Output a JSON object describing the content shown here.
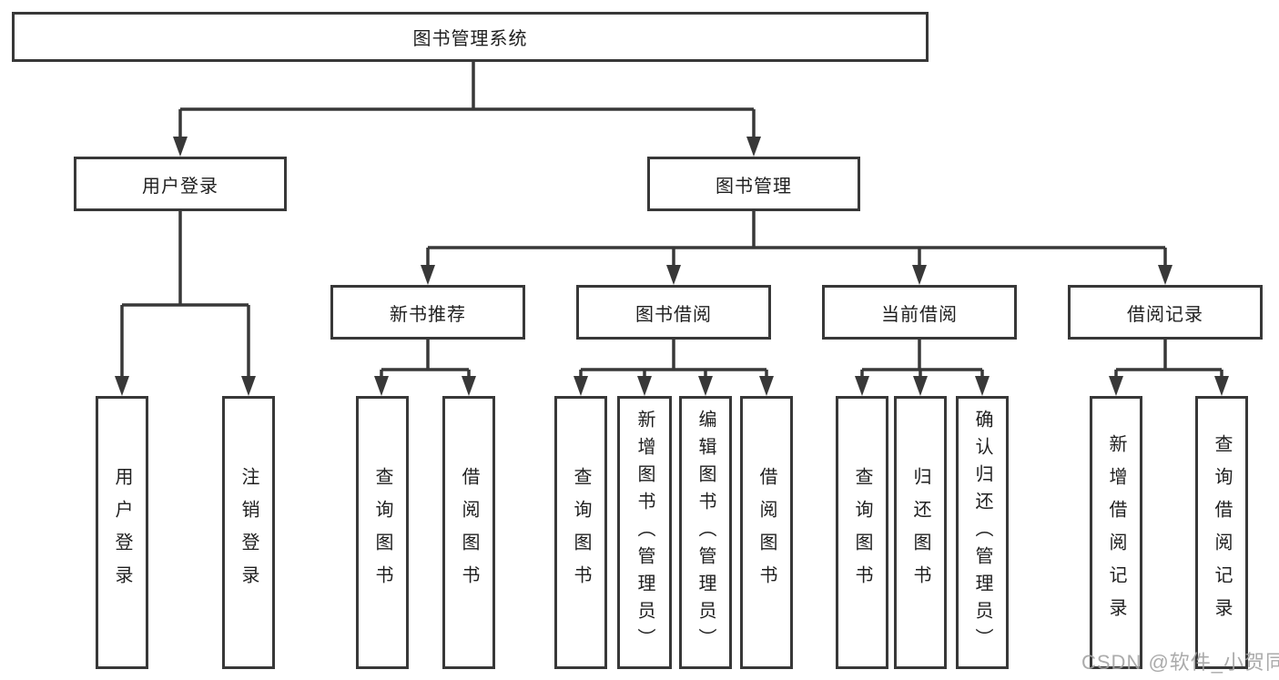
{
  "colors": {
    "line": "#383838",
    "box_border": "#383838",
    "text": "#1f1f1f",
    "watermark": "#a2a2a2",
    "background": "#ffffff"
  },
  "watermark": {
    "text": "CSDN @软件_小贺同学"
  },
  "tree": {
    "root": {
      "label": "图书管理系统",
      "children": [
        {
          "label": "用户登录",
          "children": [
            {
              "label": "用户登录"
            },
            {
              "label": "注销登录"
            }
          ]
        },
        {
          "label": "图书管理",
          "children": [
            {
              "label": "新书推荐",
              "children": [
                {
                  "label": "查询图书"
                },
                {
                  "label": "借阅图书"
                }
              ]
            },
            {
              "label": "图书借阅",
              "children": [
                {
                  "label": "查询图书"
                },
                {
                  "label": "新增图书（管理员）"
                },
                {
                  "label": "编辑图书（管理员）"
                },
                {
                  "label": "借阅图书"
                }
              ]
            },
            {
              "label": "当前借阅",
              "children": [
                {
                  "label": "查询图书"
                },
                {
                  "label": "归还图书"
                },
                {
                  "label": "确认归还（管理员）"
                }
              ]
            },
            {
              "label": "借阅记录",
              "children": [
                {
                  "label": "新增借阅记录"
                },
                {
                  "label": "查询借阅记录"
                }
              ]
            }
          ]
        }
      ]
    }
  }
}
